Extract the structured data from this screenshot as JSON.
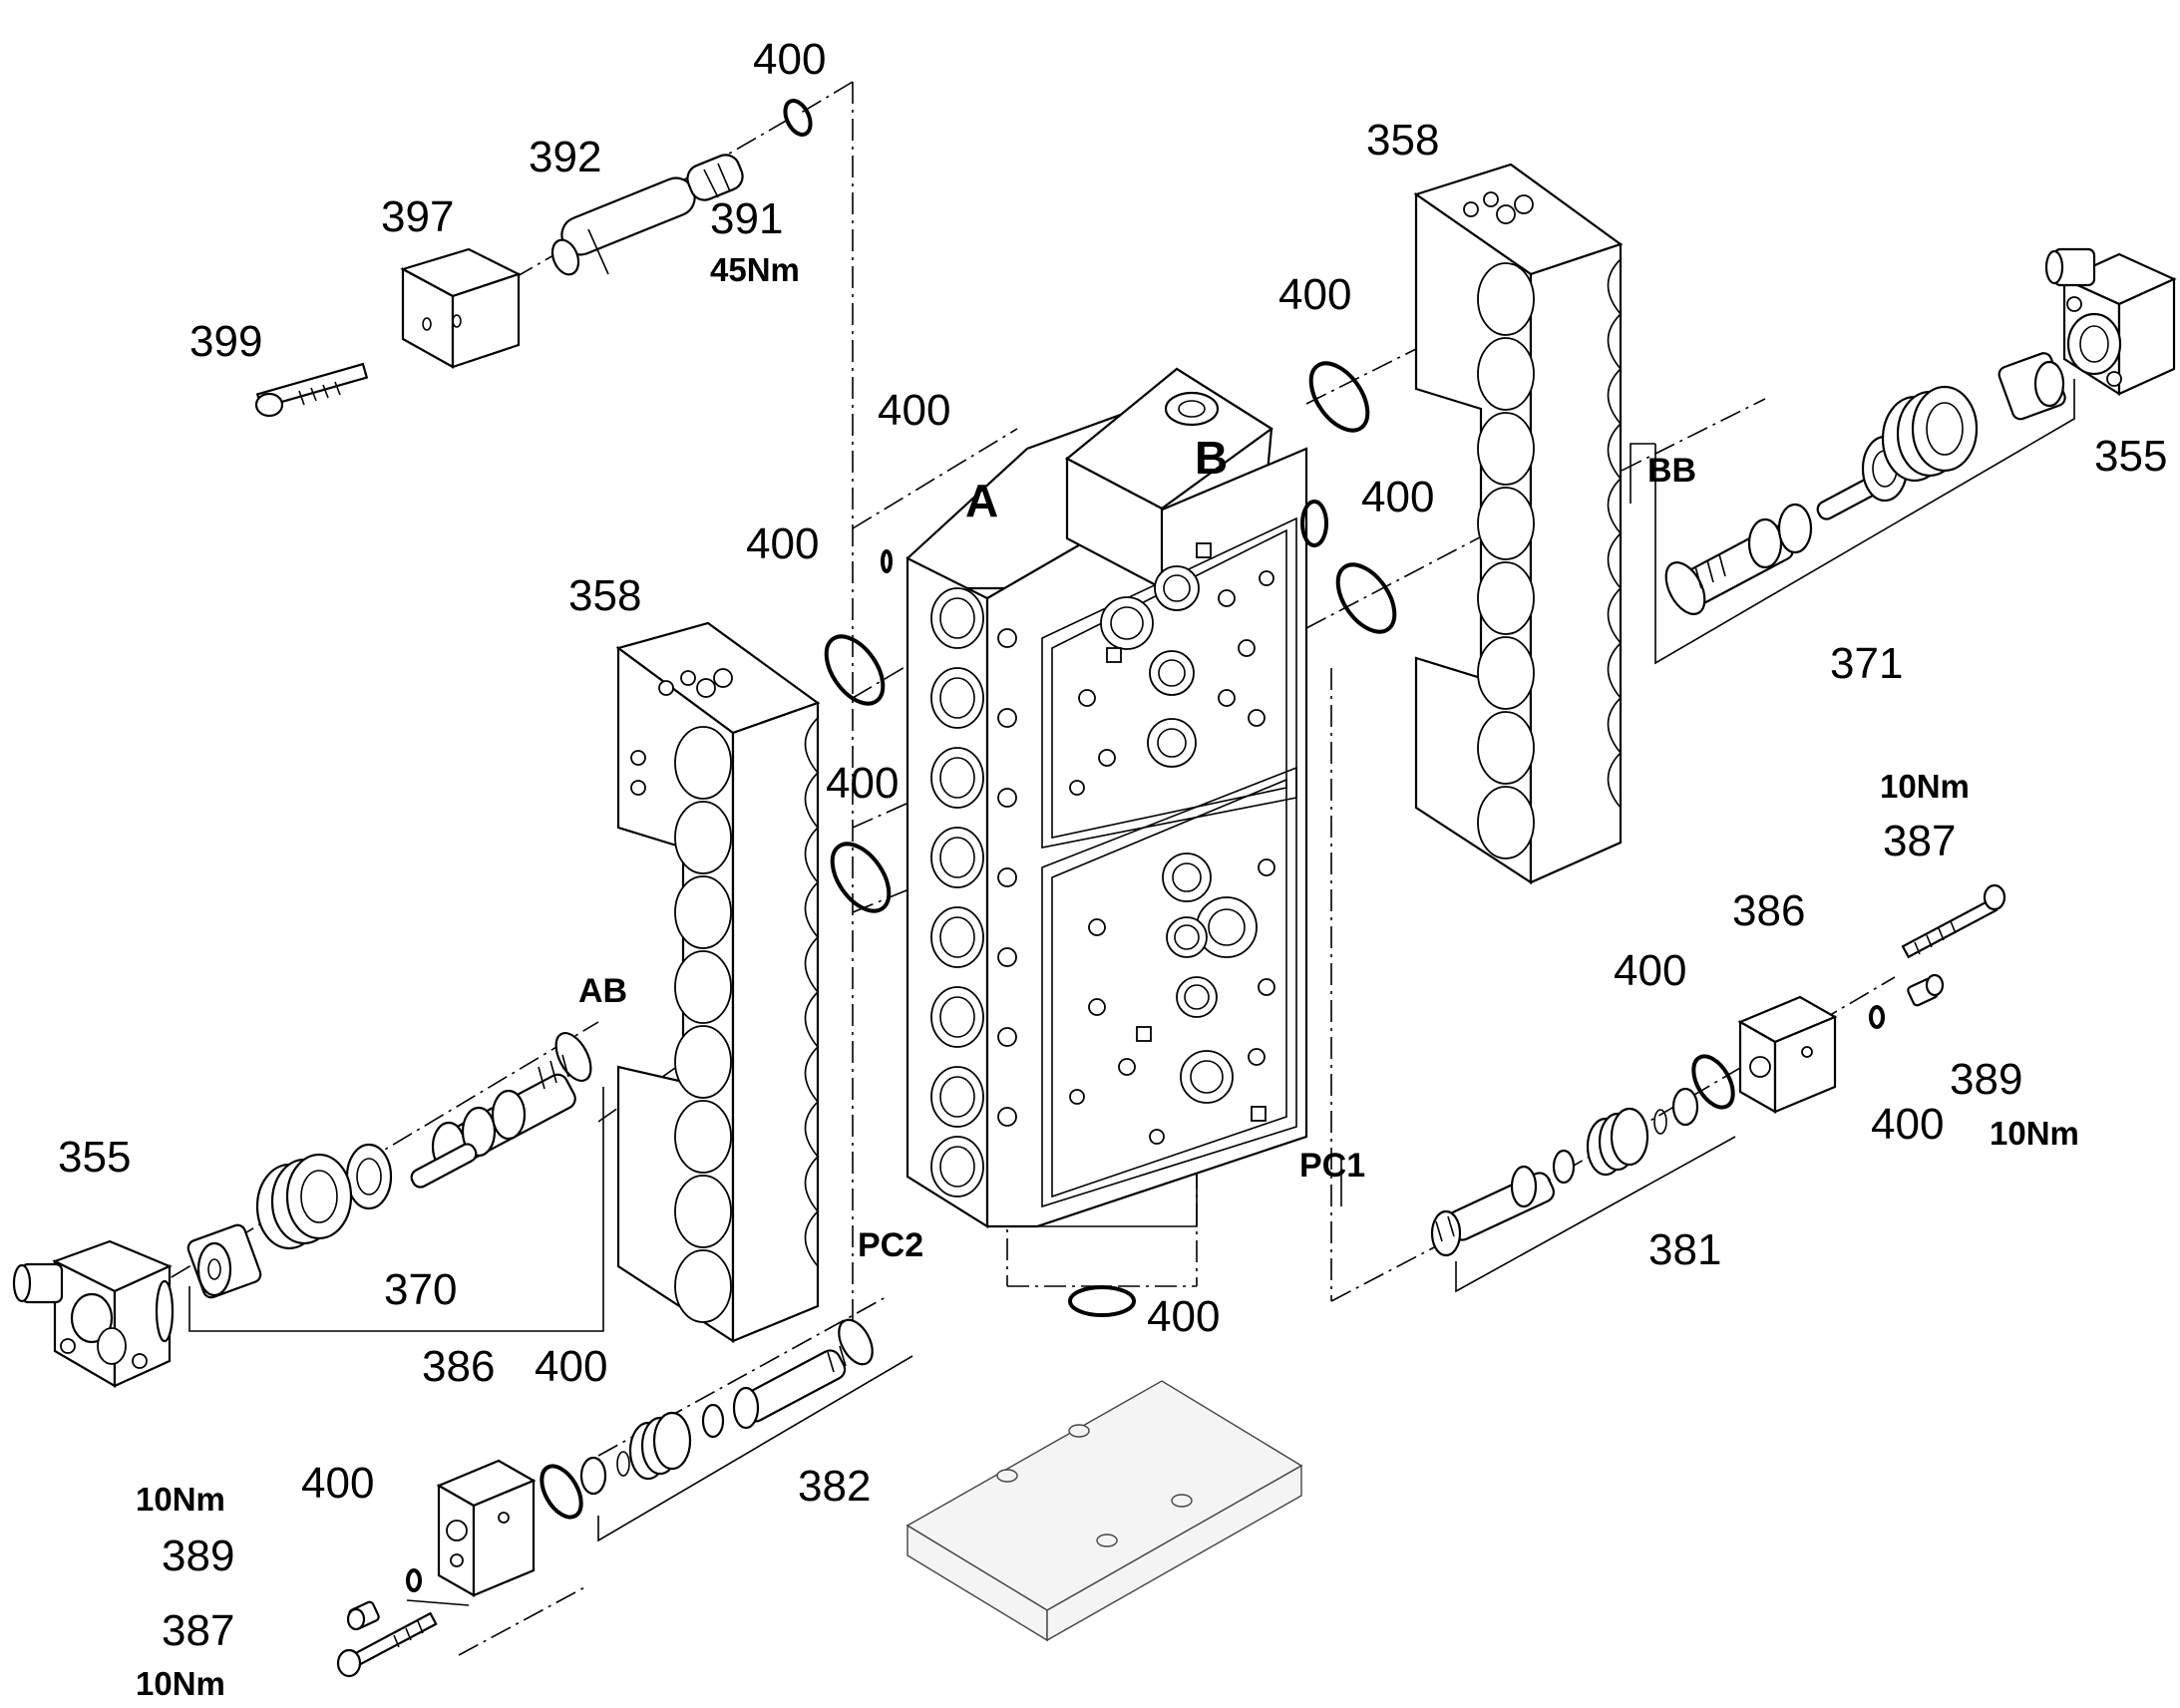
{
  "labels": {
    "l400a": "400",
    "l392": "392",
    "l391": "391",
    "l391t": "45Nm",
    "l397": "397",
    "l399": "399",
    "l400b": "400",
    "l400c": "400",
    "l358a": "358",
    "l400d": "400",
    "lAB": "AB",
    "l355a": "355",
    "l370": "370",
    "lPC2": "PC2",
    "l386a": "386",
    "l400e": "400",
    "l382": "382",
    "l400f": "400",
    "l389a_t": "10Nm",
    "l389a": "389",
    "l387a": "387",
    "l387a_t": "10Nm",
    "l400g": "400",
    "lA": "A",
    "lB": "B",
    "l358b": "358",
    "l400h": "400",
    "l400i": "400",
    "lBB": "BB",
    "l355b": "355",
    "l371": "371",
    "lPC1": "PC1",
    "l387b_t": "10Nm",
    "l387b": "387",
    "l386b": "386",
    "l400j": "400",
    "l389b": "389",
    "l389b_t": "10Nm",
    "l400k": "400",
    "l381": "381"
  },
  "icons": [
    "valve-block-body",
    "end-plate",
    "solenoid-cap",
    "spool-assembly",
    "o-ring",
    "cap-screw",
    "plug-screw",
    "cover-block"
  ]
}
